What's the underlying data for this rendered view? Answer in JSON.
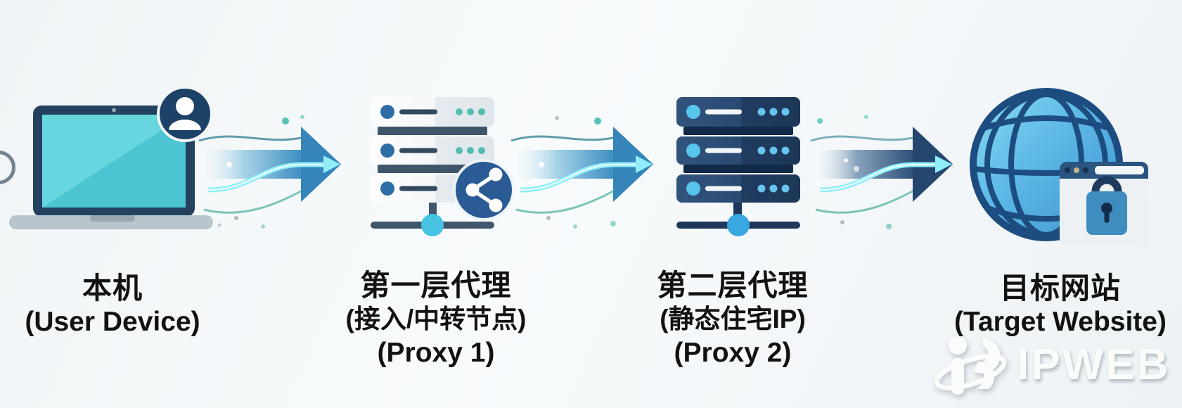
{
  "diagram": {
    "nodes": [
      {
        "icon": "laptop-user-icon",
        "title_zh": "本机",
        "subtitle_en": "(User Device)"
      },
      {
        "icon": "server-stack-share-icon",
        "title_zh": "第一层代理",
        "subtitle_zh": "(接入/中转节点)",
        "subtitle_en": "(Proxy 1)"
      },
      {
        "icon": "server-stack-dark-icon",
        "title_zh": "第二层代理",
        "subtitle_zh": "(静态住宅IP)",
        "subtitle_en": "(Proxy 2)"
      },
      {
        "icon": "globe-lock-icon",
        "title_zh": "目标网站",
        "subtitle_en": "(Target Website)"
      }
    ],
    "connectors": [
      {
        "icon": "flow-arrow-icon",
        "direction": "right"
      },
      {
        "icon": "flow-arrow-icon",
        "direction": "right"
      },
      {
        "icon": "flow-arrow-dark-icon",
        "direction": "right"
      }
    ]
  },
  "watermark": {
    "logo_icon": "ipweb-logo-icon",
    "text": "IPWEB"
  },
  "colors": {
    "background": "#f4f7f8",
    "accent_blue": "#3d8ec0",
    "arrow_dark": "#2c4e77",
    "dark_navy": "#1d3a5f",
    "screen_teal": "#57cfd9",
    "node_teal": "#46c3e2",
    "text": "#121212"
  }
}
